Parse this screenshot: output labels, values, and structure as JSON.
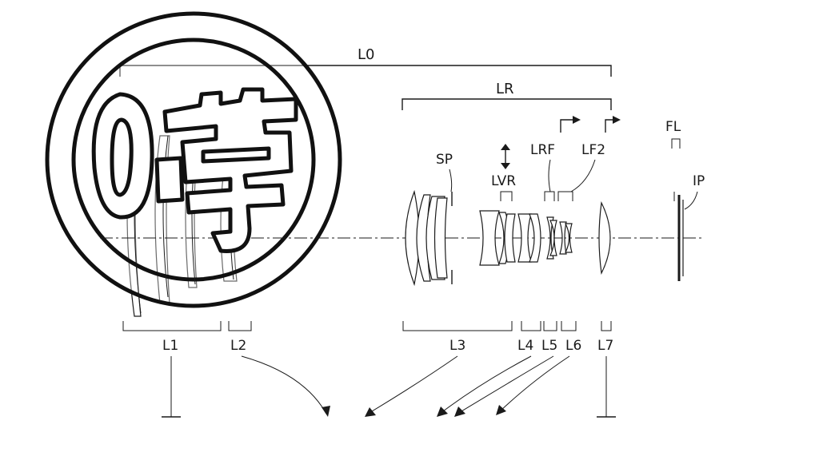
{
  "diagram": {
    "labels": {
      "l0": "L0",
      "lr": "LR",
      "sp": "SP",
      "lvr": "LVR",
      "lrf": "LRF",
      "lf2": "LF2",
      "fl": "FL",
      "ip": "IP",
      "l1": "L1",
      "l2": "L2",
      "l3": "L3",
      "l4": "L4",
      "l5": "L5",
      "l6": "L6",
      "l7": "L7"
    },
    "stamp": {
      "text": "0噂"
    }
  }
}
